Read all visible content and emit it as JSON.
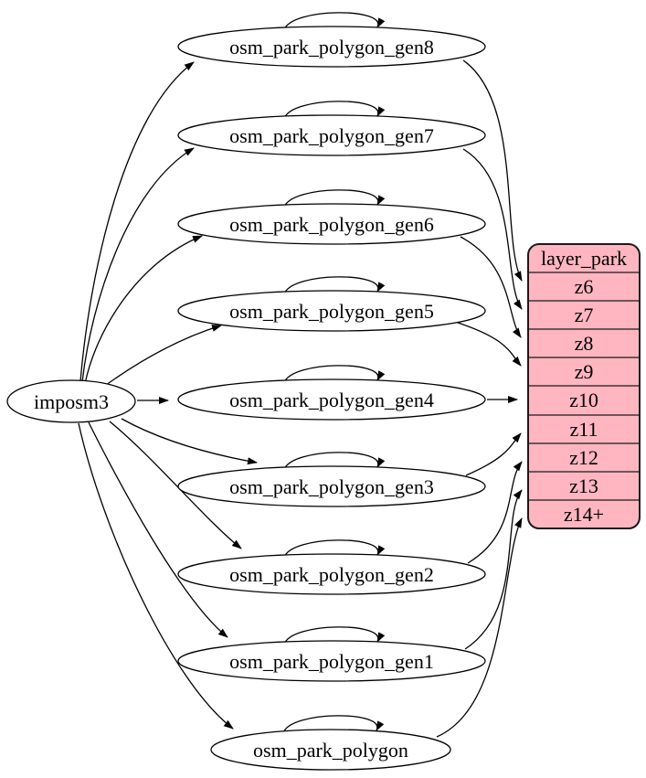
{
  "diagram": {
    "kind": "graphviz-digraph",
    "source": {
      "label": "imposm3"
    },
    "tables": [
      {
        "label": "osm_park_polygon_gen8",
        "target_zoom": "z6"
      },
      {
        "label": "osm_park_polygon_gen7",
        "target_zoom": "z7"
      },
      {
        "label": "osm_park_polygon_gen6",
        "target_zoom": "z8"
      },
      {
        "label": "osm_park_polygon_gen5",
        "target_zoom": "z9"
      },
      {
        "label": "osm_park_polygon_gen4",
        "target_zoom": "z10"
      },
      {
        "label": "osm_park_polygon_gen3",
        "target_zoom": "z11"
      },
      {
        "label": "osm_park_polygon_gen2",
        "target_zoom": "z12"
      },
      {
        "label": "osm_park_polygon_gen1",
        "target_zoom": "z13"
      },
      {
        "label": "osm_park_polygon",
        "target_zoom": "z14+"
      }
    ],
    "layer": {
      "title": "layer_park",
      "rows": [
        "z6",
        "z7",
        "z8",
        "z9",
        "z10",
        "z11",
        "z12",
        "z13",
        "z14+"
      ]
    },
    "colors": {
      "layer_fill": "#ffb6c1",
      "node_fill": "#ffffff",
      "edge": "#000000"
    }
  }
}
